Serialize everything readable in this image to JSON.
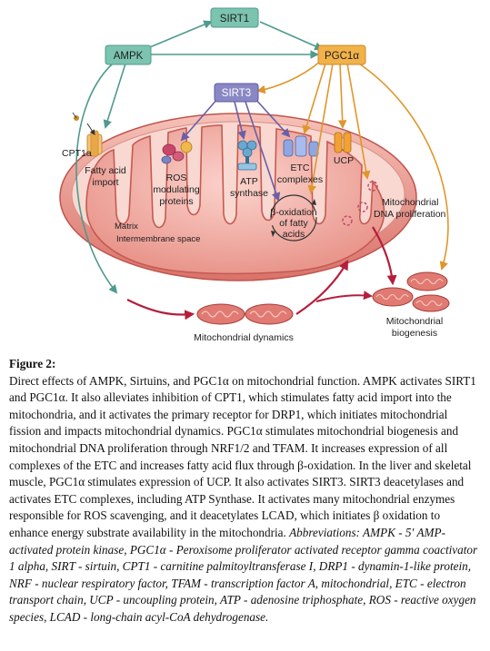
{
  "diagram": {
    "nodes": {
      "sirt1": "SIRT1",
      "ampk": "AMPK",
      "pgc1a": "PGC1α",
      "sirt3": "SIRT3"
    },
    "labels": {
      "cpt1a": "CPT1a",
      "fatty_acid_import_1": "Fatty acid",
      "fatty_acid_import_2": "import",
      "ros_1": "ROS",
      "ros_2": "modulating",
      "ros_3": "proteins",
      "atp_1": "ATP",
      "atp_2": "synthase",
      "etc_1": "ETC",
      "etc_2": "complexes",
      "ucp": "UCP",
      "beta_1": "β-oxidation",
      "beta_2": "of fatty",
      "beta_3": "acids",
      "mtdna_1": "Mitochondrial",
      "mtdna_2": "DNA proliferation",
      "matrix": "Matrix",
      "ims": "Intermembrane space",
      "dynamics": "Mitochondrial dynamics",
      "biogenesis_1": "Mitochondrial",
      "biogenesis_2": "biogenesis"
    },
    "colors": {
      "green_node": "#7cc4b0",
      "orange_node": "#f2b24a",
      "purple_node": "#8a88c4",
      "teal_arrow": "#4f9a8e",
      "orange_arrow": "#e0962b",
      "purple_arrow": "#6a5fa8",
      "red_arrow": "#b41e3c",
      "mito_fill": "#f0b0a8",
      "mito_dark": "#c9564f"
    }
  },
  "caption": {
    "title": "Figure 2:",
    "body": "Direct effects of AMPK, Sirtuins, and PGC1α on mitochondrial function. AMPK activates SIRT1 and PGC1α. It also alleviates inhibition of CPT1, which stimulates fatty acid import into the mitochondria, and it activates the primary receptor for DRP1, which initiates mitochondrial fission and impacts mitochondrial dynamics. PGC1α stimulates mitochondrial biogenesis and mitochondrial DNA proliferation through NRF1/2 and TFAM. It increases expression of all complexes of the ETC and increases fatty acid flux through β-oxidation. In the liver and skeletal muscle, PGC1α stimulates expression of UCP. It also activates SIRT3. SIRT3 deacetylases and activates ETC complexes, including ATP Synthase. It activates many mitochondrial enzymes responsible for ROS scavenging, and it deacetylates LCAD, which initiates β oxidation to enhance energy substrate availability in the mitochondria.",
    "abbreviations": "Abbreviations: AMPK - 5′ AMP-activated protein kinase, PGC1α - Peroxisome proliferator activated receptor gamma coactivator 1 alpha, SIRT - sirtuin, CPT1 - carnitine palmitoyltransferase I, DRP1 - dynamin-1-like protein, NRF - nuclear respiratory factor, TFAM - transcription factor A, mitochondrial, ETC - electron transport chain, UCP - uncoupling protein, ATP - adenosine triphosphate, ROS - reactive oxygen species, LCAD - long-chain acyl-CoA dehydrogenase."
  }
}
